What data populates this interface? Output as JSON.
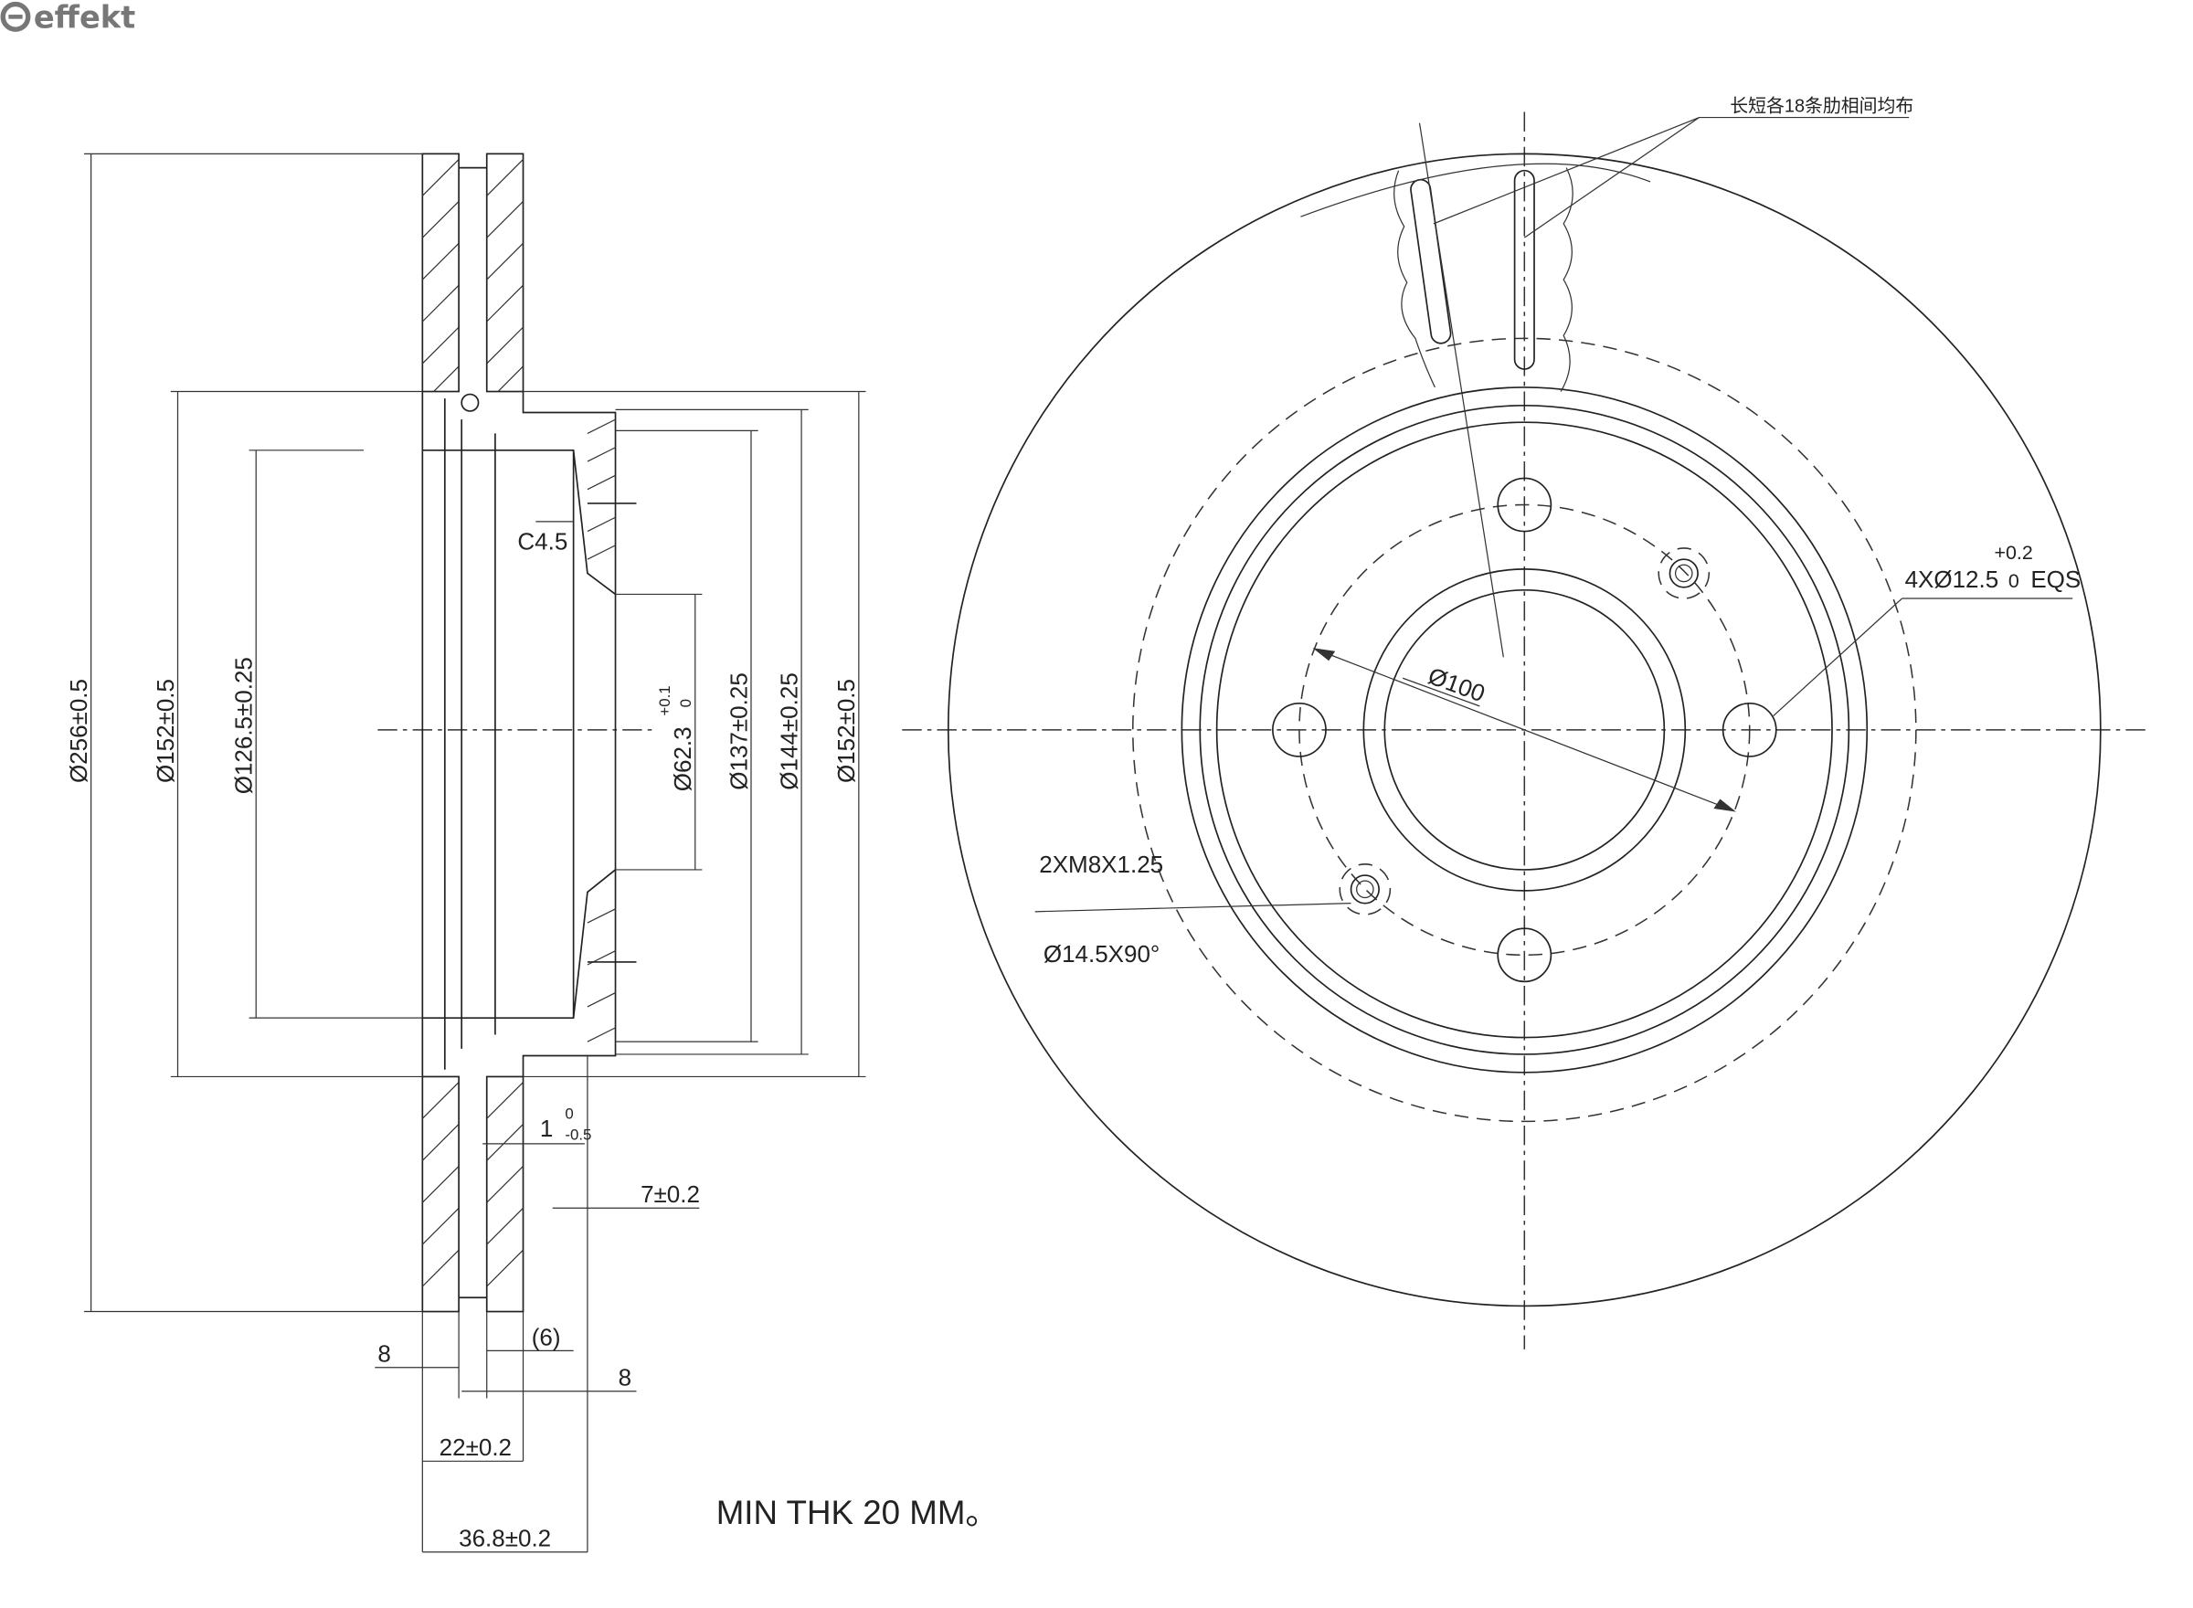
{
  "logo": {
    "text": "effekt"
  },
  "side_view": {
    "dims": {
      "outer_dia": "Ø256±0.5",
      "hat_outer_dia": "Ø152±0.5",
      "inner_dia": "Ø126.5±0.25",
      "bore_dia": "Ø62.3",
      "bore_tol_upper": "+0.1",
      "bore_tol_lower": "0",
      "dia_137": "Ø137±0.25",
      "dia_144": "Ø144±0.25",
      "dia_152_right": "Ø152±0.5",
      "chamfer": "C4.5",
      "groove": "1",
      "groove_tol_upper": "0",
      "groove_tol_lower": "-0.5",
      "hat_thickness": "7±0.2",
      "plate_left": "8",
      "vent_gap": "(6)",
      "plate_right": "8",
      "disc_thickness": "22±0.2",
      "total_height": "36.8±0.2"
    },
    "note": "MIN THK 20 MM。"
  },
  "front_view": {
    "rib_note": "长短各18条肋相间均布",
    "bolt_holes": "4XØ12.5",
    "bolt_tol_upper": "+0.2",
    "bolt_tol_lower": "0",
    "bolt_eqs": "EQS",
    "pcd": "Ø100",
    "thread": "2XM8X1.25",
    "countersink": "Ø14.5X90°"
  }
}
